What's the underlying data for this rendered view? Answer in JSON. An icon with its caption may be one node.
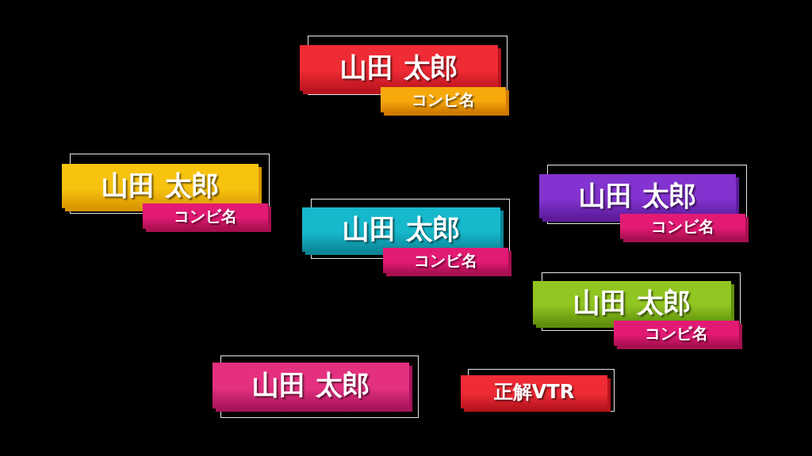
{
  "diagram": {
    "nodes": [
      {
        "text": [
          "山田 太郎"
        ]
      },
      {
        "text": [
          "コンビ名"
        ]
      },
      {
        "text": [
          "山田 太郎"
        ]
      },
      {
        "text": [
          "コンビ名"
        ]
      },
      {
        "text": [
          "山田 太郎"
        ]
      },
      {
        "text": [
          "コンビ名"
        ]
      },
      {
        "text": [
          "山田 太郎"
        ]
      },
      {
        "text": [
          "コンビ名"
        ]
      },
      {
        "text": [
          "山田 太郎"
        ]
      },
      {
        "text": [
          "コンビ名"
        ]
      },
      {
        "text": [
          "山田 太郎"
        ]
      },
      {
        "text": [
          "正解VTR"
        ]
      }
    ]
  }
}
